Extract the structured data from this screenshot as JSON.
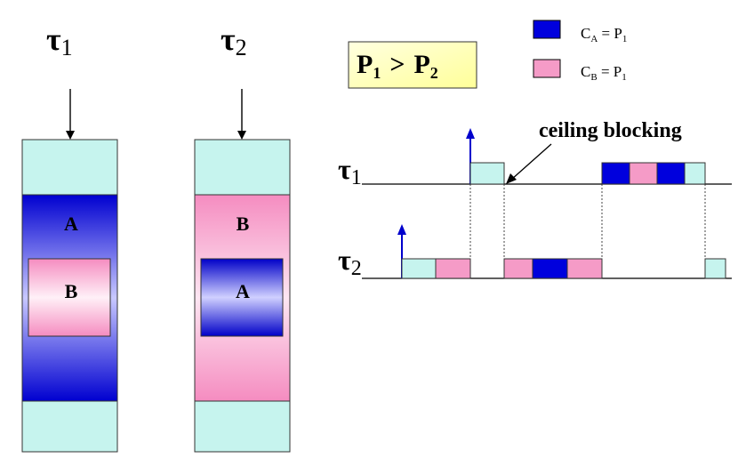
{
  "task1_label": "τ",
  "task1_sub": "1",
  "task2_label": "τ",
  "task2_sub": "2",
  "priority_box": {
    "left": "P",
    "left_sub": "1",
    "op": ">",
    "right": "P",
    "right_sub": "2"
  },
  "legend": [
    {
      "c": "C",
      "c_sub": "A",
      "eq": " = P",
      "p_sub": "1",
      "color": "#0000dd"
    },
    {
      "c": "C",
      "c_sub": "B",
      "eq": " = P",
      "p_sub": "1",
      "color": "#f59bc7"
    }
  ],
  "column1": {
    "outer": "A",
    "inner": "B"
  },
  "column2": {
    "outer": "B",
    "inner": "A"
  },
  "annotation": "ceiling blocking",
  "colors": {
    "cyan": "#c6f4ee",
    "blue": "#0000dd",
    "pink": "#f59bc7",
    "priority_bg": "#ffffc0",
    "arrow": "#0000cc"
  }
}
